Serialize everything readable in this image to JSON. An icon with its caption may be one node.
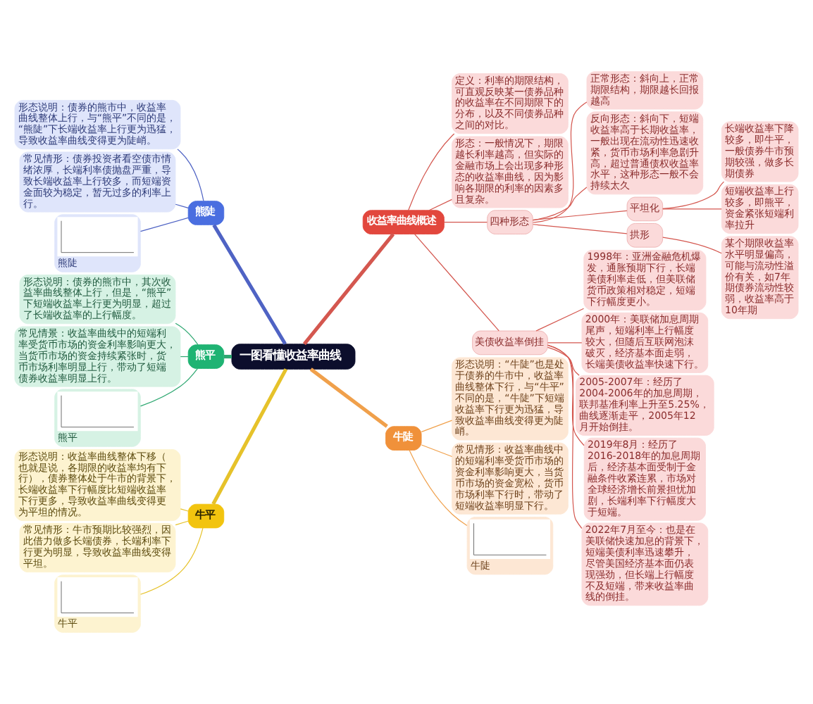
{
  "diagram": {
    "nodes": [
      {
        "text": [
          "一图看懂收益率曲线"
        ]
      },
      {
        "text": [
          "收益率曲线概述"
        ]
      },
      {
        "text": [
          "定义：利率的期限结构，可直观反映某一债券品种的收益率在不同期限下的分布，以及不同债券品种之间的对比。"
        ]
      },
      {
        "text": [
          "形态：一般情况下，期限越长利率越高，但实际的金融市场上会出现多种形态的收益率曲线，因为影响各期限的利率的因素多且复杂。"
        ]
      },
      {
        "text": [
          "四种形态"
        ]
      },
      {
        "text": [
          "正常形态：斜向上，正常期限结构，期限越长回报越高"
        ]
      },
      {
        "text": [
          "反向形态：斜向下，短端收益率高于长期收益率，一般出现在流动性迅速收紧，货币市场利率急剧升高，超过普通债权收益率水平，这种形态一般不会持续太久"
        ]
      },
      {
        "text": [
          "平坦化"
        ]
      },
      {
        "text": [
          "长端收益率下降较多，即牛平，一般债券牛市预期较强，做多长期债券"
        ]
      },
      {
        "text": [
          "短端收益率上行较多，即熊平，资金紧张短端利率拉升"
        ]
      },
      {
        "text": [
          "拱形"
        ]
      },
      {
        "text": [
          "某个期限收益率水平明显偏高，可能与流动性溢价有关，如7年期债券流动性较弱，收益率高于10年期"
        ]
      },
      {
        "text": [
          "美债收益率倒挂"
        ]
      },
      {
        "text": [
          "1998年：亚洲金融危机爆发，通胀预期下行，长端美债利率走低，但美联储货币政策相对稳定，短端下行幅度更小。"
        ]
      },
      {
        "text": [
          "2000年：美联储加息周期尾声，短端利率上行幅度较大，但随后互联网泡沫破灭，经济基本面走弱，长端美债收益率快速下行。"
        ]
      },
      {
        "text": [
          "2005-2007年：经历了2004-2006年的加息周期，联邦基准利率上升至5.25%，曲线逐渐走平，2005年12月开始倒挂。"
        ]
      },
      {
        "text": [
          "2019年8月：经历了2016-2018年的加息周期后，经济基本面受制于金融条件收紧连累，市场对全球经济增长前景担忧加剧，长端利率下行幅度大于短端。"
        ]
      },
      {
        "text": [
          "2022年7月至今：也是在美联储快速加息的背景下，短端美债利率迅速攀升，尽管美国经济基本面仍表现强劲，但长端上行幅度不及短端，带来收益率曲线的倒挂。"
        ]
      },
      {
        "text": [
          "牛陡"
        ]
      },
      {
        "text": [
          "形态说明：“牛陡”也是处于债券的牛市中，收益率曲线整体下行，与“牛平”不同的是，“牛陡”下短端收益率下行更为迅猛，导致收益率曲线变得更为陡峭。"
        ]
      },
      {
        "text": [
          "常见情形：收益率曲线中的短端利率受货币市场的资金利率影响更大，当货币市场的资金宽松，货币市场利率下行时，带动了短端收益率明显下行。"
        ]
      },
      {
        "text": [
          "牛陡"
        ]
      },
      {
        "text": [
          "熊陡"
        ]
      },
      {
        "text": [
          "形态说明：债券的熊市中，收益率曲线整体上行，与“熊平”不同的是，“熊陡”下长端收益率上行更为迅猛，导致收益率曲线变得更为陡峭。"
        ]
      },
      {
        "text": [
          "常见情形：债券投资者看空债市情绪浓厚，长端利率债抛盘严重，导致长端收益率上行较多，而短端资金面较为稳定，暂无过多的利率上行。"
        ]
      },
      {
        "text": [
          "熊陡"
        ]
      },
      {
        "text": [
          "熊平"
        ]
      },
      {
        "text": [
          "形态说明：债券的熊市中，其次收益率曲线整体上行，但是，“熊平”下短端收益率上行更为明显，超过了长端收益率的上行幅度。"
        ]
      },
      {
        "text": [
          "常见情景：收益率曲线中的短端利率受货币市场的资金利率影响更大，当货币市场的资金持续紧张时，货币市场利率明显上行，带动了短端债券收益率明显上行。"
        ]
      },
      {
        "text": [
          "熊平"
        ]
      },
      {
        "text": [
          "牛平"
        ]
      },
      {
        "text": [
          "形态说明：收益率曲线整体下移（也就是说，各期限的收益率均有下行），债券整体处于牛市的背景下，长端收益率下行幅度比短端收益率下行更多，导致收益率曲线变得更为平坦的情况。"
        ]
      },
      {
        "text": [
          "常见情形：牛市预期比较强烈，因此借力做多长端债券，长端利率下行更为明显，导致收益率曲线变得平坦。"
        ]
      },
      {
        "text": [
          "牛平"
        ]
      }
    ],
    "edges": [
      {
        "from": 0,
        "to": 1,
        "arrow": "none",
        "style": "thick"
      },
      {
        "from": 1,
        "to": 2,
        "arrow": "none"
      },
      {
        "from": 1,
        "to": 3,
        "arrow": "none"
      },
      {
        "from": 1,
        "to": 4,
        "arrow": "none"
      },
      {
        "from": 4,
        "to": 5,
        "arrow": "none"
      },
      {
        "from": 4,
        "to": 6,
        "arrow": "none"
      },
      {
        "from": 4,
        "to": 7,
        "arrow": "none"
      },
      {
        "from": 7,
        "to": 8,
        "arrow": "none"
      },
      {
        "from": 7,
        "to": 9,
        "arrow": "none"
      },
      {
        "from": 4,
        "to": 10,
        "arrow": "none"
      },
      {
        "from": 10,
        "to": 11,
        "arrow": "none"
      },
      {
        "from": 1,
        "to": 12,
        "arrow": "none"
      },
      {
        "from": 12,
        "to": 13,
        "arrow": "none"
      },
      {
        "from": 12,
        "to": 14,
        "arrow": "none"
      },
      {
        "from": 12,
        "to": 15,
        "arrow": "none"
      },
      {
        "from": 12,
        "to": 16,
        "arrow": "none"
      },
      {
        "from": 12,
        "to": 17,
        "arrow": "none"
      },
      {
        "from": 0,
        "to": 18,
        "arrow": "none",
        "style": "thick",
        "color": "#f0a04b"
      },
      {
        "from": 18,
        "to": 19,
        "arrow": "none",
        "color": "#f0a04b"
      },
      {
        "from": 18,
        "to": 20,
        "arrow": "none",
        "color": "#f0a04b"
      },
      {
        "from": 18,
        "to": 21,
        "arrow": "none",
        "color": "#f0a04b"
      },
      {
        "from": 22,
        "to": 0,
        "arrow": "none",
        "style": "thick",
        "color": "#4f63c4"
      },
      {
        "from": 23,
        "to": 22,
        "arrow": "none",
        "color": "#4f63c4"
      },
      {
        "from": 24,
        "to": 22,
        "arrow": "none",
        "color": "#4f63c4"
      },
      {
        "from": 25,
        "to": 22,
        "arrow": "none",
        "color": "#4f63c4"
      },
      {
        "from": 26,
        "to": 0,
        "arrow": "none",
        "style": "thick",
        "color": "#2fa872"
      },
      {
        "from": 27,
        "to": 26,
        "arrow": "none",
        "color": "#2fa872"
      },
      {
        "from": 28,
        "to": 26,
        "arrow": "none",
        "color": "#2fa872"
      },
      {
        "from": 29,
        "to": 26,
        "arrow": "none",
        "color": "#2fa872"
      },
      {
        "from": 30,
        "to": 0,
        "arrow": "none",
        "style": "thick",
        "color": "#e6c22a"
      },
      {
        "from": 31,
        "to": 30,
        "arrow": "none",
        "color": "#e6c22a"
      },
      {
        "from": 32,
        "to": 30,
        "arrow": "none",
        "color": "#e6c22a"
      },
      {
        "from": 33,
        "to": 30,
        "arrow": "none",
        "color": "#e6c22a"
      }
    ]
  }
}
